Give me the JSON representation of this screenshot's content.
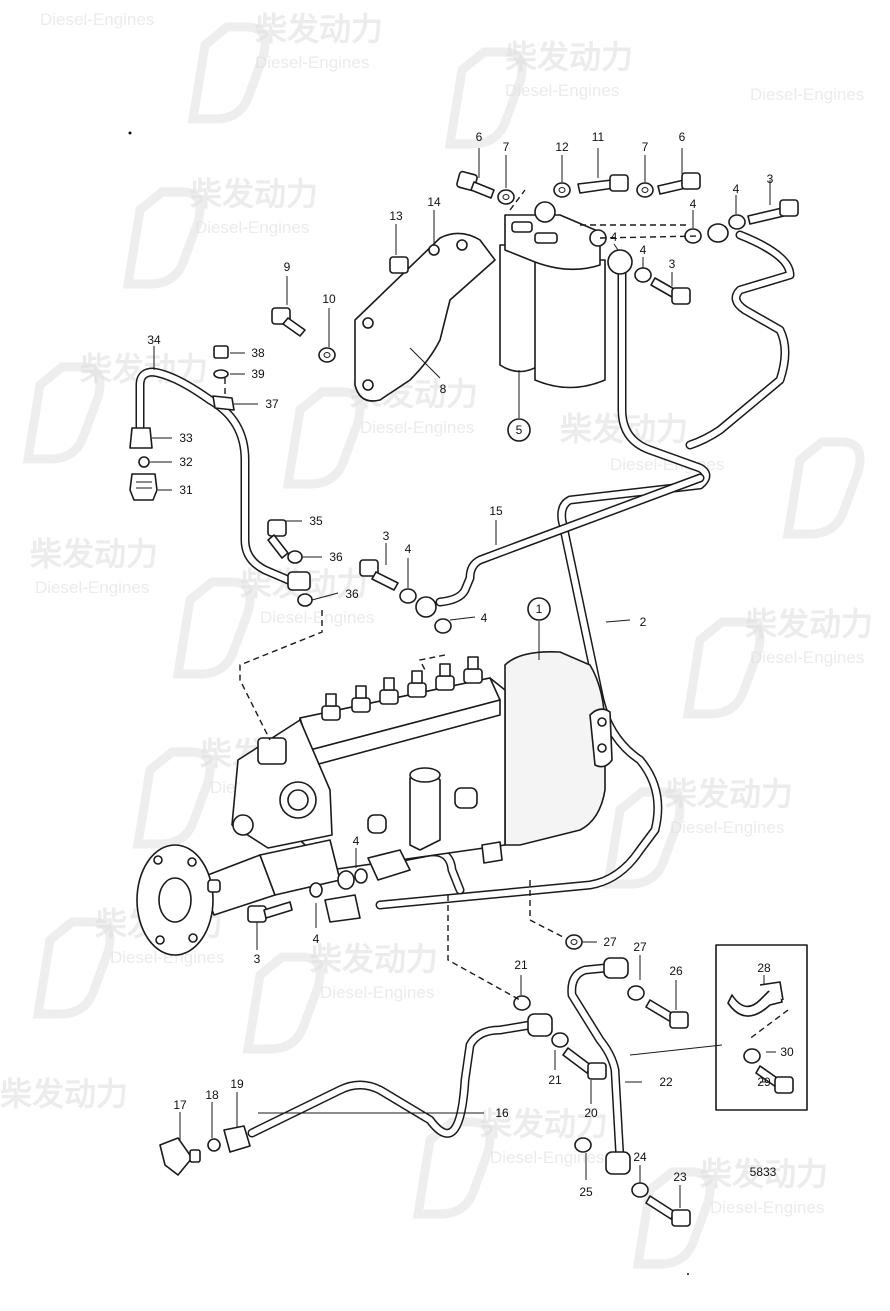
{
  "watermark": {
    "brand_cn": "柴发动力",
    "brand_en": "Diesel-Engines"
  },
  "drawing_number": "5833",
  "callouts": [
    {
      "id": "c1",
      "text": "1",
      "circled": true
    },
    {
      "id": "c2",
      "text": "2"
    },
    {
      "id": "c3a",
      "text": "3"
    },
    {
      "id": "c3b",
      "text": "3"
    },
    {
      "id": "c3c",
      "text": "3"
    },
    {
      "id": "c3d",
      "text": "3"
    },
    {
      "id": "c4a",
      "text": "4"
    },
    {
      "id": "c4b",
      "text": "4"
    },
    {
      "id": "c4c",
      "text": "4"
    },
    {
      "id": "c4d",
      "text": "4"
    },
    {
      "id": "c4e",
      "text": "4"
    },
    {
      "id": "c4f",
      "text": "4"
    },
    {
      "id": "c4g",
      "text": "4"
    },
    {
      "id": "c4h",
      "text": "4"
    },
    {
      "id": "c5",
      "text": "5",
      "circled": true
    },
    {
      "id": "c6a",
      "text": "6"
    },
    {
      "id": "c6b",
      "text": "6"
    },
    {
      "id": "c7a",
      "text": "7"
    },
    {
      "id": "c7b",
      "text": "7"
    },
    {
      "id": "c8",
      "text": "8"
    },
    {
      "id": "c9",
      "text": "9"
    },
    {
      "id": "c10",
      "text": "10"
    },
    {
      "id": "c11",
      "text": "11"
    },
    {
      "id": "c12",
      "text": "12"
    },
    {
      "id": "c13",
      "text": "13"
    },
    {
      "id": "c14",
      "text": "14"
    },
    {
      "id": "c15",
      "text": "15"
    },
    {
      "id": "c16",
      "text": "16"
    },
    {
      "id": "c17",
      "text": "17"
    },
    {
      "id": "c18",
      "text": "18"
    },
    {
      "id": "c19",
      "text": "19"
    },
    {
      "id": "c20",
      "text": "20"
    },
    {
      "id": "c21a",
      "text": "21"
    },
    {
      "id": "c21b",
      "text": "21"
    },
    {
      "id": "c22",
      "text": "22"
    },
    {
      "id": "c23",
      "text": "23"
    },
    {
      "id": "c24",
      "text": "24"
    },
    {
      "id": "c25",
      "text": "25"
    },
    {
      "id": "c26",
      "text": "26"
    },
    {
      "id": "c27a",
      "text": "27"
    },
    {
      "id": "c27b",
      "text": "27"
    },
    {
      "id": "c28",
      "text": "28"
    },
    {
      "id": "c29",
      "text": "29"
    },
    {
      "id": "c30",
      "text": "30"
    },
    {
      "id": "c31",
      "text": "31"
    },
    {
      "id": "c32",
      "text": "32"
    },
    {
      "id": "c33",
      "text": "33"
    },
    {
      "id": "c34",
      "text": "34"
    },
    {
      "id": "c35",
      "text": "35"
    },
    {
      "id": "c36a",
      "text": "36"
    },
    {
      "id": "c36b",
      "text": "36"
    },
    {
      "id": "c37",
      "text": "37"
    },
    {
      "id": "c38",
      "text": "38"
    },
    {
      "id": "c39",
      "text": "39"
    }
  ]
}
